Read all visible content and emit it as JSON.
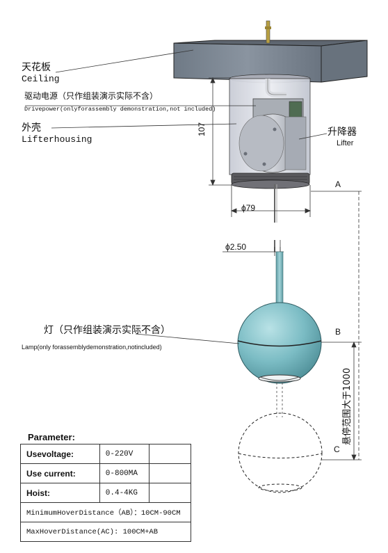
{
  "labels": {
    "ceiling_cn": "天花板",
    "ceiling_en": "Ceiling",
    "drivepower_cn": "驱动电源（只作组装演示实际不含）",
    "drivepower_en": "Drivepower(onlyforassembly demonstration,not included)",
    "housing_cn": "外壳",
    "housing_en": "Lifterhousing",
    "lifter_cn": "升降器",
    "lifter_en": "Lifter",
    "lamp_cn": "灯（只作组装演示实际不含）",
    "lamp_en": "Lamp(only forassemblydemonstration,notincluded)",
    "hover_range_cn": "悬停范围大于1000"
  },
  "dimensions": {
    "height": "107",
    "diameter_housing": "ϕ79",
    "diameter_rod": "ϕ2.50"
  },
  "points": {
    "a": "A",
    "b": "B",
    "c": "C"
  },
  "parameters": {
    "title": "Parameter:",
    "rows": [
      {
        "key": "Usevoltage:",
        "value": "0-220V"
      },
      {
        "key": "Use current:",
        "value": "0-800MA"
      },
      {
        "key": "Hoist:",
        "value": "0.4-4KG"
      }
    ],
    "min_hover": "MinimumHoverDistance（AB）：10CM-90CM",
    "max_hover": "MaxHoverDistance(AC):      100CM+AB"
  }
}
